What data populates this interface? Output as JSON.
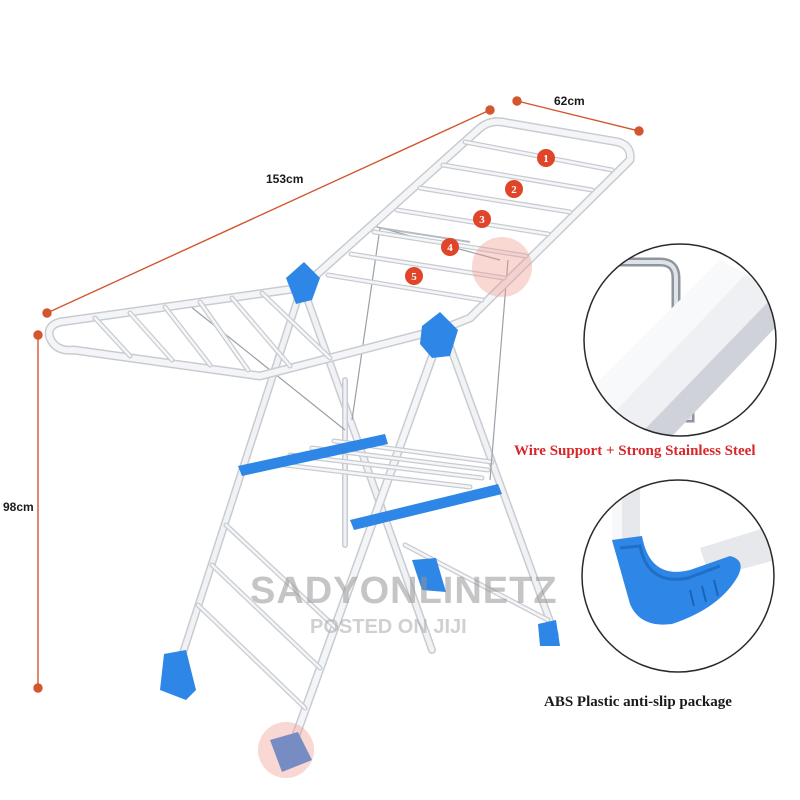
{
  "dimensions": {
    "width": "62cm",
    "length": "153cm",
    "height": "98cm"
  },
  "rail_numbers": [
    "1",
    "2",
    "3",
    "4",
    "5"
  ],
  "callouts": {
    "wire_support_caption": "Wire Support + Strong Stainless Steel",
    "abs_plastic_caption": "ABS Plastic anti-slip package"
  },
  "watermark": {
    "main": "SADYONLINETZ",
    "sub": "POSTED ON JIJI"
  },
  "colors": {
    "dimension_line": "#d2562e",
    "caption_red": "#d8262a",
    "caption_dark": "#1a1a1a",
    "blue_plastic": "#2e86e6",
    "frame_white": "#f4f5f7",
    "frame_outline": "#c8ccd2",
    "marker_red": "#e0452a"
  }
}
